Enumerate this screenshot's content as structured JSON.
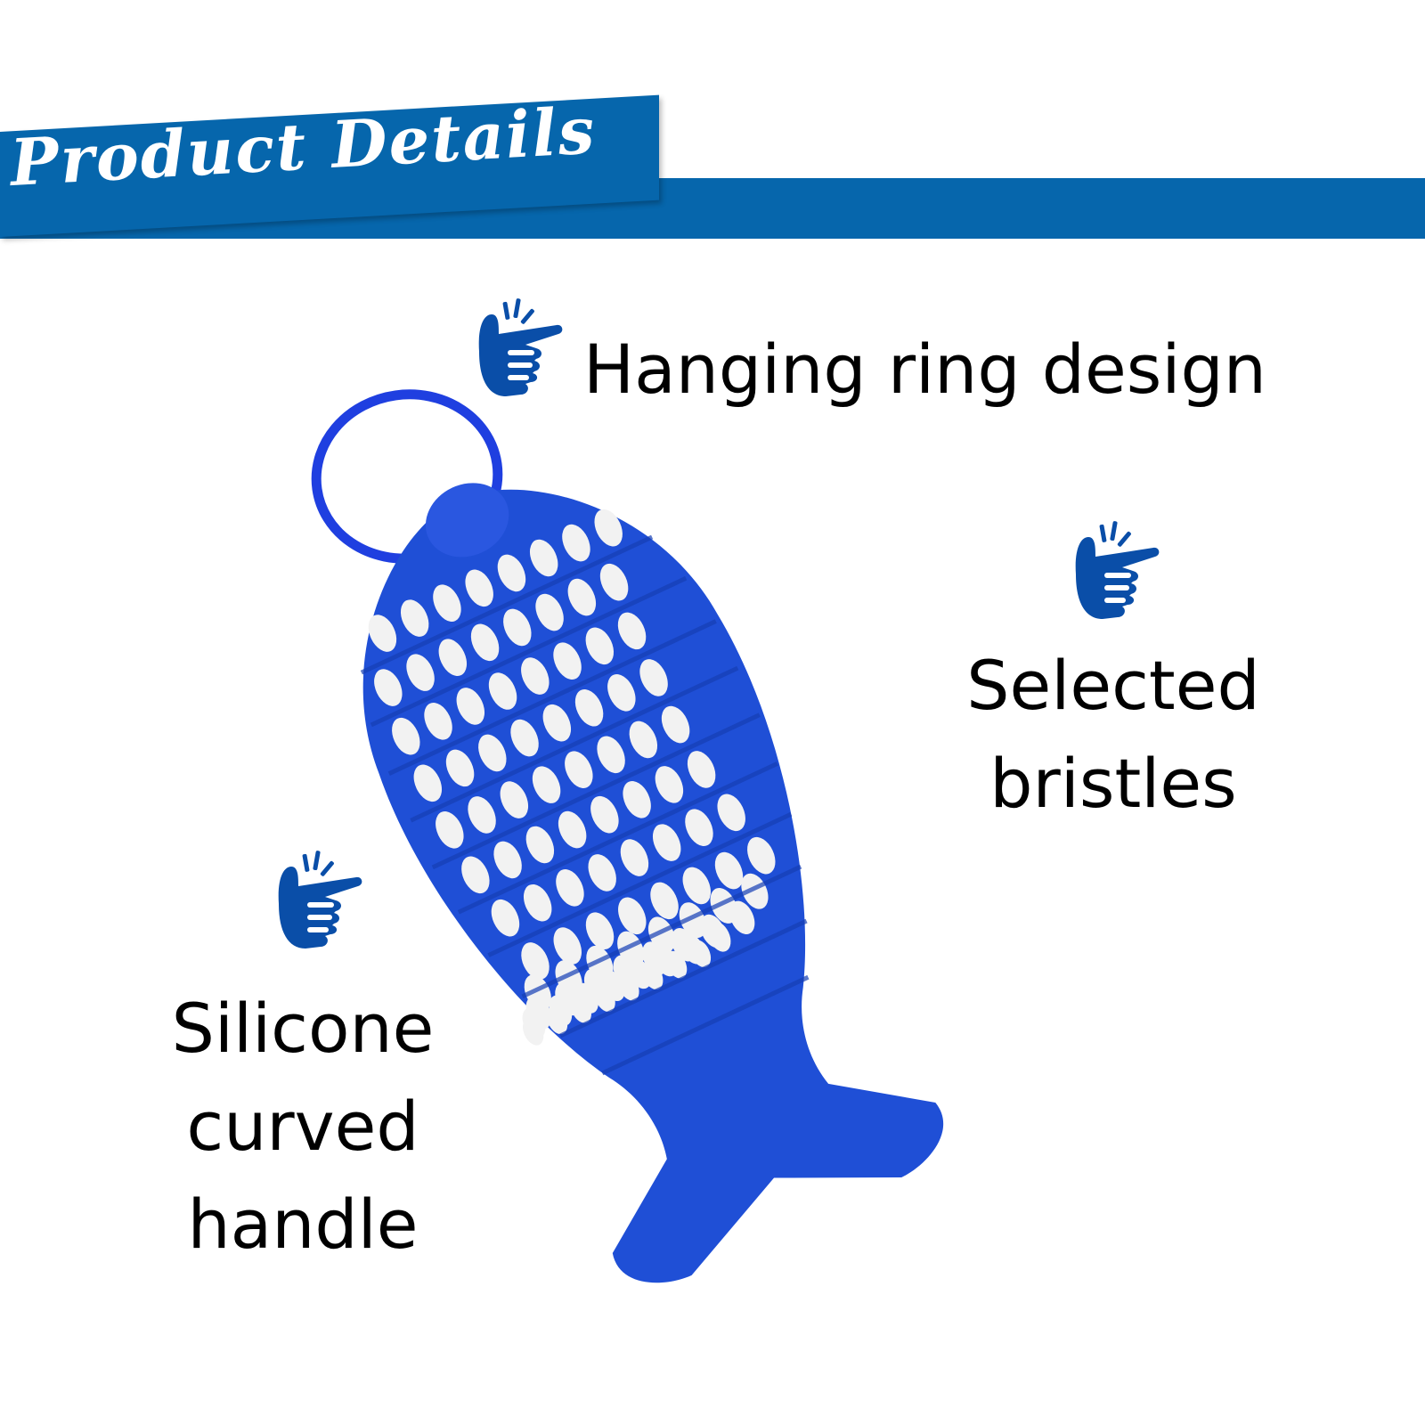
{
  "header": {
    "title": "Product Details"
  },
  "features": [
    {
      "label": "Hanging ring design"
    },
    {
      "lines": [
        "Selected",
        "bristles"
      ]
    },
    {
      "lines": [
        "Silicone",
        "curved",
        "handle"
      ]
    }
  ],
  "icons": [
    "pointing-hand-icon",
    "pointing-hand-icon",
    "pointing-hand-icon"
  ],
  "colors": {
    "brand": "#0666ac",
    "product": "#1f4fd6",
    "bristle": "#f0f0f0",
    "icon": "#0a4ea8"
  }
}
